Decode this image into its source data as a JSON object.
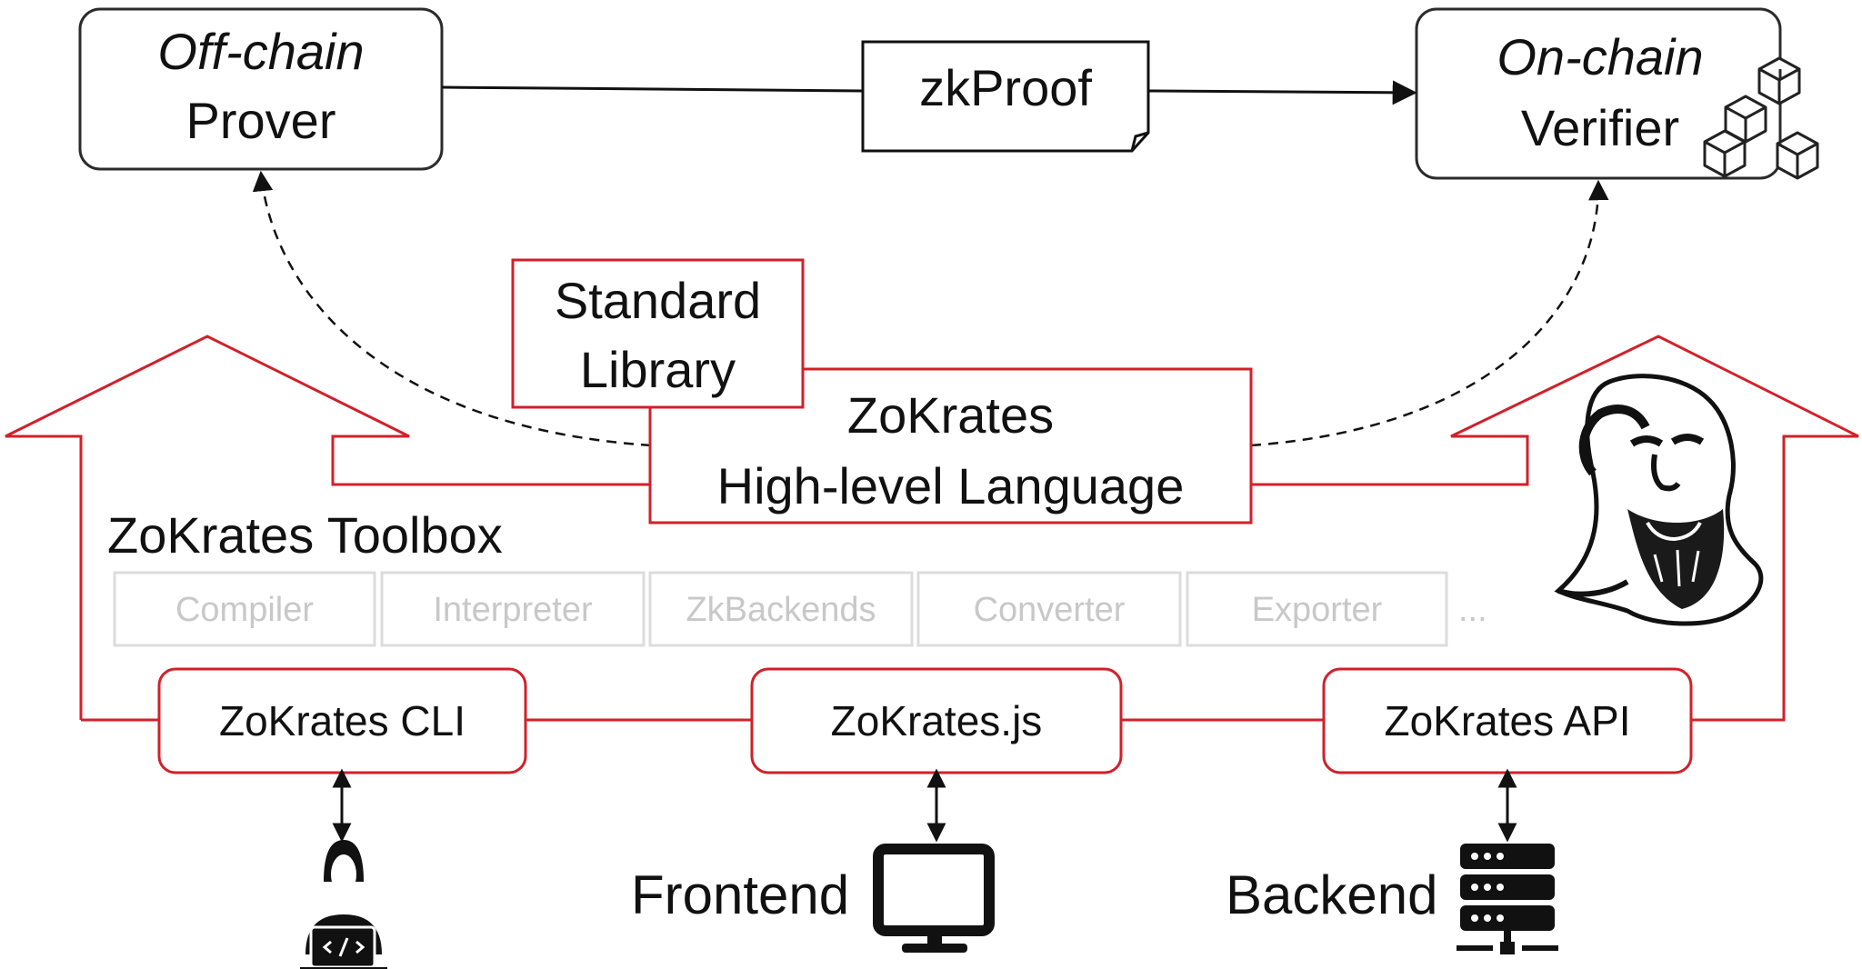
{
  "prover": {
    "line1": "Off-chain",
    "line2": "Prover"
  },
  "proof": {
    "label": "zkProof"
  },
  "verifier": {
    "line1": "On-chain",
    "line2": "Verifier"
  },
  "stdlib": {
    "line1": "Standard",
    "line2": "Library"
  },
  "language": {
    "line1": "ZoKrates",
    "line2": "High-level Language"
  },
  "toolbox": {
    "title": "ZoKrates Toolbox",
    "components": [
      "Compiler",
      "Interpreter",
      "ZkBackends",
      "Converter",
      "Exporter"
    ],
    "more": "..."
  },
  "interfaces": {
    "cli": "ZoKrates CLI",
    "js": "ZoKrates.js",
    "api": "ZoKrates API"
  },
  "clients": {
    "frontend": "Frontend",
    "backend": "Backend"
  },
  "icons": [
    "developer-icon",
    "monitor-icon",
    "server-icon",
    "blockchain-cubes-icon",
    "socrates-head-icon"
  ],
  "colors": {
    "accent": "#d0212a",
    "ink": "#111111",
    "faded": "#c8c8c8"
  }
}
